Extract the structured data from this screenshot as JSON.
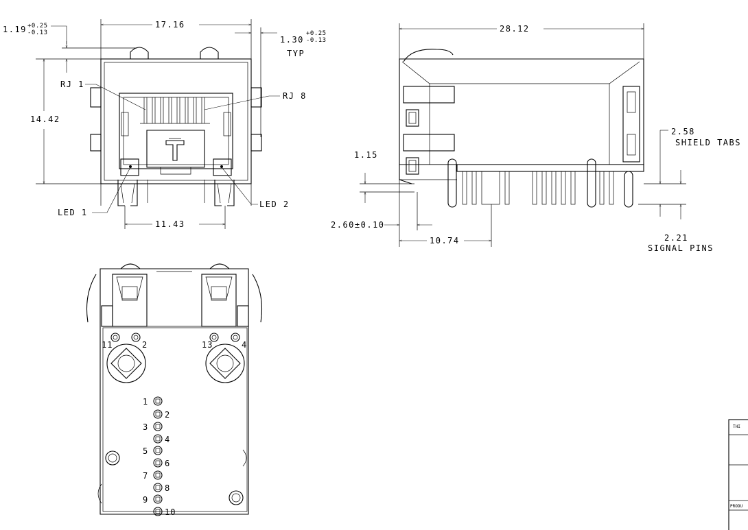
{
  "colors": {
    "ink": "#000000",
    "paper": "#ffffff"
  },
  "front_view": {
    "dim_tol_left": {
      "value": "1.19",
      "tol_plus": "+0.25",
      "tol_minus": "-0.13"
    },
    "dim_width": "17.16",
    "dim_tol_right": {
      "value": "1.30",
      "tol_plus": "+0.25",
      "tol_minus": "-0.13",
      "note": "TYP"
    },
    "dim_height": "14.42",
    "dim_led_pitch": "11.43",
    "label_rj1": "RJ 1",
    "label_rj8": "RJ 8",
    "label_led1": "LED 1",
    "label_led2": "LED 2"
  },
  "side_view": {
    "dim_length": "28.12",
    "dim_shield_tabs": {
      "value": "2.58",
      "label": "SHIELD TABS"
    },
    "dim_signal_pins": {
      "value": "2.21",
      "label": "SIGNAL PINS"
    },
    "dim_small": "1.15",
    "dim_offset": "2.60±0.10",
    "dim_depth": "10.74"
  },
  "bottom_view": {
    "led_pins": [
      "11",
      "2",
      "13",
      "4"
    ],
    "pins_left": [
      "1",
      "3",
      "5",
      "7",
      "9"
    ],
    "pins_right": [
      "2",
      "4",
      "6",
      "8",
      "10"
    ]
  },
  "title_block": {
    "partial_text_1": "THI",
    "partial_text_2": "PRODU"
  }
}
